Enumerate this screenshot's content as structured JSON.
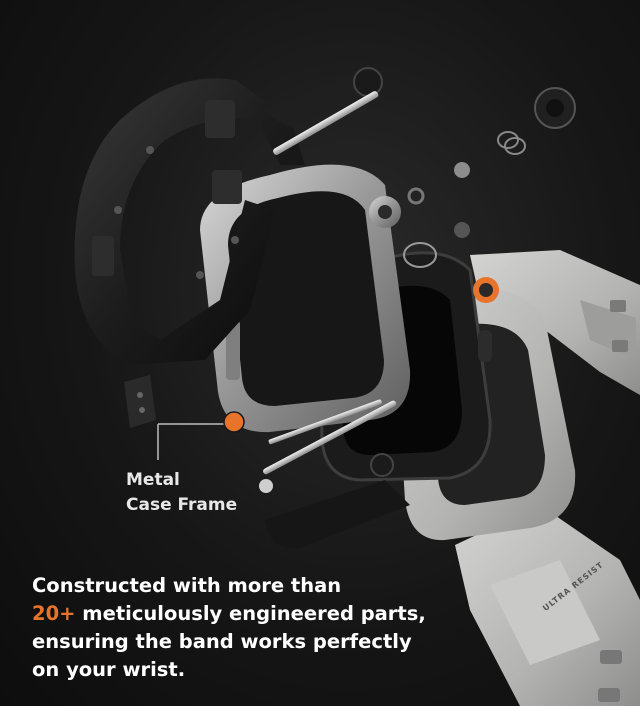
{
  "callout": {
    "line1": "Metal",
    "line2": "Case Frame"
  },
  "caption": {
    "line1": "Constructed with more than",
    "accent": "20+",
    "line2_rest": " meticulously engineered parts,",
    "line3": "ensuring the band works perfectly",
    "line4": "on your wrist."
  },
  "band_logo": "ULTRA RESIST",
  "colors": {
    "accent": "#e8742c",
    "background": "#151515",
    "frame_metal": "#a9a9a9",
    "bumper_black": "#1e1e1e",
    "band_gray": "#b8b8b6"
  }
}
